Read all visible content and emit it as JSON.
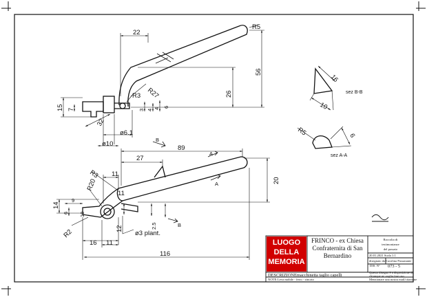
{
  "drawing": {
    "dimensions": {
      "d22": "22",
      "r5_top": "R5",
      "d56": "56",
      "d26": "26",
      "r3_top": "R3",
      "r27": "R27",
      "d15": "15",
      "d7": "7",
      "d3": "3",
      "d4a": "4",
      "d4b": "4",
      "d6a": "6",
      "d32": "32",
      "phi61": "ø6.1",
      "phi10": "ø10",
      "d16_bb": "16",
      "d10_bb": "10",
      "r5_aa": "R5",
      "d6_aa": "6",
      "d89": "89",
      "d27": "27",
      "r3_bot": "R3",
      "r20": "R20",
      "d11a": "11",
      "d11b": "11",
      "d20": "20",
      "d14": "14",
      "d6b": "6",
      "d9": "9",
      "d10b": "10",
      "r2": "R2",
      "d25": "2.5",
      "d16b": "16",
      "d11c": "11",
      "d12": "12",
      "phi3": "ø3 plant.",
      "d116": "116"
    },
    "sections": {
      "bb": "sez B-B",
      "aa": "sez A-A"
    },
    "cut_letters": {
      "b_top": "B",
      "b_bot": "B",
      "a_top": "A",
      "a_bot": "A"
    }
  },
  "title_block": {
    "logo_lines": [
      "LUOGO",
      "DELLA",
      "MEMORIA"
    ],
    "title_lines": [
      "FRINCO - ex Chiesa",
      "Confraternita di San",
      "Bernardino"
    ],
    "collection_lines": [
      "Raccolta di",
      "testimonianze",
      "del passato"
    ],
    "date_scale": "20.01.2021 Scala 1:1",
    "author": "disegnato da Carolina Passanante",
    "drawing_number_label": "DIS. N°",
    "drawing_number": "073 - 5",
    "description_label": "DESCRIZIONE:",
    "description": "macchinetta taglio capelli",
    "notes_label": "NOTE:",
    "notes": "Leva mobile - ferro - zincato",
    "disclaimer_lines": [
      "Questo disegno è a disposizione di",
      "chiunque ne voglia fare uso",
      "Menzionare una nostra mail/citazione"
    ]
  }
}
